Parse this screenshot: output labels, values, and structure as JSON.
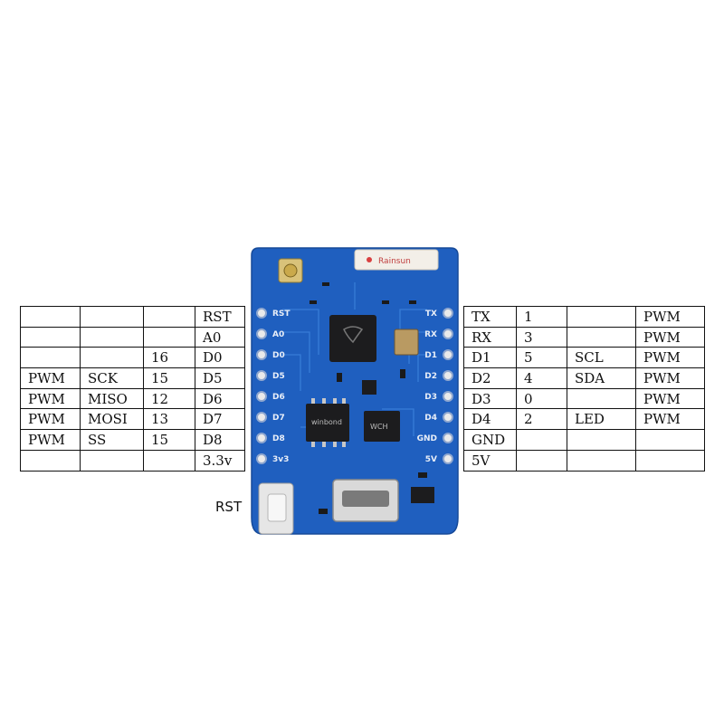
{
  "left_table": {
    "rows": [
      [
        "",
        "",
        "",
        "RST"
      ],
      [
        "",
        "",
        "",
        "A0"
      ],
      [
        "",
        "",
        "16",
        "D0"
      ],
      [
        "PWM",
        "SCK",
        "15",
        "D5"
      ],
      [
        "PWM",
        "MISO",
        "12",
        "D6"
      ],
      [
        "PWM",
        "MOSI",
        "13",
        "D7"
      ],
      [
        "PWM",
        "SS",
        "15",
        "D8"
      ],
      [
        "",
        "",
        "",
        "3.3v"
      ]
    ]
  },
  "right_table": {
    "rows": [
      [
        "TX",
        "1",
        "",
        "PWM"
      ],
      [
        "RX",
        "3",
        "",
        "PWM"
      ],
      [
        "D1",
        "5",
        "SCL",
        "PWM"
      ],
      [
        "D2",
        "4",
        "SDA",
        "PWM"
      ],
      [
        "D3",
        "0",
        "",
        "PWM"
      ],
      [
        "D4",
        "2",
        "LED",
        "PWM"
      ],
      [
        "GND",
        "",
        "",
        ""
      ],
      [
        "5V",
        "",
        "",
        ""
      ]
    ]
  },
  "board": {
    "left_pins": [
      "RST",
      "A0",
      "D0",
      "D5",
      "D6",
      "D7",
      "D8",
      "3v3"
    ],
    "right_pins": [
      "TX",
      "RX",
      "D1",
      "D2",
      "D3",
      "D4",
      "GND",
      "5V"
    ],
    "module_brand": "Rainsun",
    "flash_chip_text": "winbond",
    "usb_chip_text": "WCH",
    "pcb_color": "#1f5fbf",
    "chip_color": "#1c1c1e"
  },
  "rst_button_label": "RST"
}
